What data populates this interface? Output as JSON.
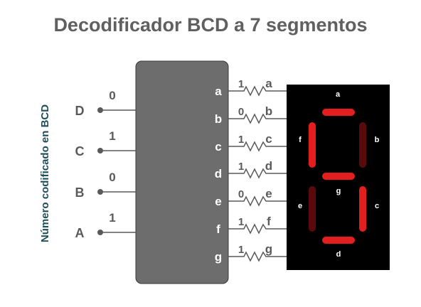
{
  "title": "Decodificador BCD a 7 segmentos",
  "side_label": "Número codificado en BCD",
  "inputs": [
    {
      "name": "D",
      "value": "0"
    },
    {
      "name": "C",
      "value": "1"
    },
    {
      "name": "B",
      "value": "0"
    },
    {
      "name": "A",
      "value": "1"
    }
  ],
  "outputs": [
    {
      "pin": "a",
      "value": "1",
      "segment": "a"
    },
    {
      "pin": "b",
      "value": "0",
      "segment": "b"
    },
    {
      "pin": "c",
      "value": "1",
      "segment": "c"
    },
    {
      "pin": "d",
      "value": "1",
      "segment": "d"
    },
    {
      "pin": "e",
      "value": "0",
      "segment": "e"
    },
    {
      "pin": "f",
      "value": "1",
      "segment": "f"
    },
    {
      "pin": "g",
      "value": "1",
      "segment": "g"
    }
  ],
  "colors": {
    "title": "#606060",
    "side_label": "#1f4e5a",
    "decoder_body": "#6d6d6d",
    "display_bg": "#000000",
    "segment_on": "#e41e1e",
    "segment_off": "#5a0a0a",
    "text": "#5a5a5a"
  }
}
